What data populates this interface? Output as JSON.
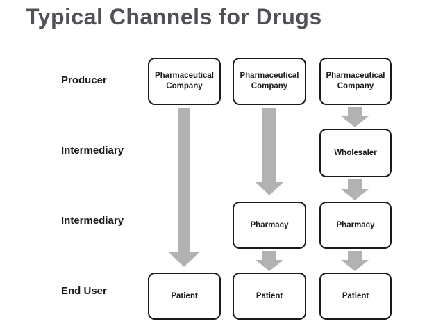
{
  "title": "Typical Channels for Drugs",
  "stages": {
    "producer": "Producer",
    "intermediary_1": "Intermediary",
    "intermediary_2": "Intermediary",
    "end_user": "End User"
  },
  "nodes": {
    "c1_producer": "Pharmaceutical Company",
    "c1_end_user": "Patient",
    "c2_producer": "Pharmaceutical Company",
    "c2_intermediary": "Pharmacy",
    "c2_end_user": "Patient",
    "c3_producer": "Pharmaceutical Company",
    "c3_intermediary_1": "Wholesaler",
    "c3_intermediary_2": "Pharmacy",
    "c3_end_user": "Patient"
  },
  "colors": {
    "background": "#ffffff",
    "title_text": "#4f5156",
    "label_text": "#1a1a1a",
    "box_border": "#1a1a1a",
    "box_fill": "#ffffff",
    "arrow_fill": "#b2b2b2"
  }
}
